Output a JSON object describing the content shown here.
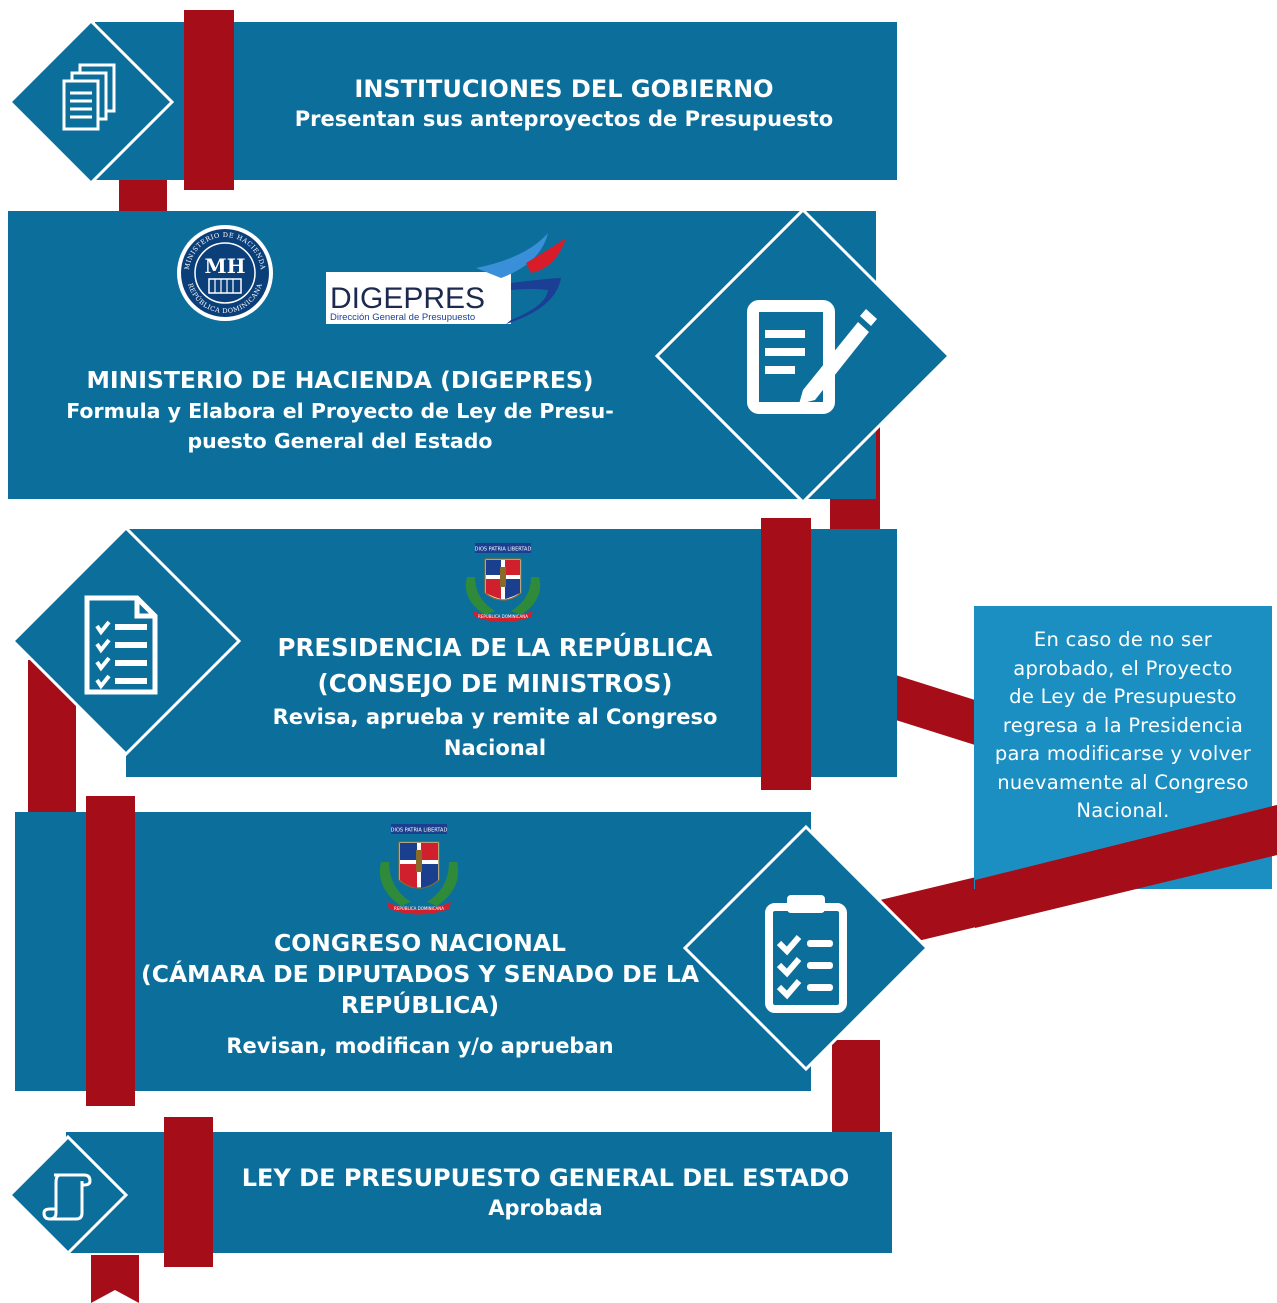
{
  "steps": [
    {
      "title": "INSTITUCIONES DEL GOBIERNO",
      "desc": "Presentan sus anteproyectos de Presupuesto",
      "icon": "documents-icon"
    },
    {
      "title": "MINISTERIO DE HACIENDA (DIGEPRES)",
      "desc_line1": "Formula y Elabora el Proyecto de Ley de Presu-",
      "desc_line2": "puesto General del Estado",
      "icon": "edit-document-icon",
      "logos": {
        "mh_ring_top": "MINISTERIO DE HACIENDA",
        "mh_ring_bottom": "REPÚBLICA DOMINICANA",
        "mh_letters": "MH",
        "digepres_name": "DIGEPRES",
        "digepres_sub": "Dirección General de Presupuesto"
      }
    },
    {
      "title_line1": "PRESIDENCIA DE LA REPÚBLICA",
      "title_line2": "(CONSEJO DE MINISTROS)",
      "desc_line1": "Revisa, aprueba y remite al Congreso",
      "desc_line2": "Nacional",
      "icon": "checklist-document-icon",
      "emblem": {
        "banner": "DIOS PATRIA LIBERTAD",
        "ribbon": "REPÚBLICA DOMINICANA"
      }
    },
    {
      "title_line1": "CONGRESO NACIONAL",
      "title_line2": "(CÁMARA DE DIPUTADOS Y SENADO DE LA",
      "title_line3": "REPÚBLICA)",
      "desc": "Revisan, modifican y/o aprueban",
      "icon": "clipboard-checklist-icon",
      "emblem": {
        "banner": "DIOS PATRIA LIBERTAD",
        "ribbon": "REPÚBLICA DOMINICANA"
      }
    },
    {
      "title": "LEY DE PRESUPUESTO GENERAL DEL ESTADO",
      "desc": "Aprobada",
      "icon": "scroll-icon"
    }
  ],
  "note": {
    "lines": [
      "En caso de no ser",
      "aprobado, el Proyecto",
      "de Ley de Presupuesto",
      "regresa a la Presidencia",
      "para modificarse y volver",
      "nuevamente al Congreso",
      "Nacional."
    ]
  },
  "colors": {
    "panel": "#0c6f9b",
    "ribbon": "#a50e18",
    "note": "#1b8fc2",
    "icon": "#ffffff"
  }
}
